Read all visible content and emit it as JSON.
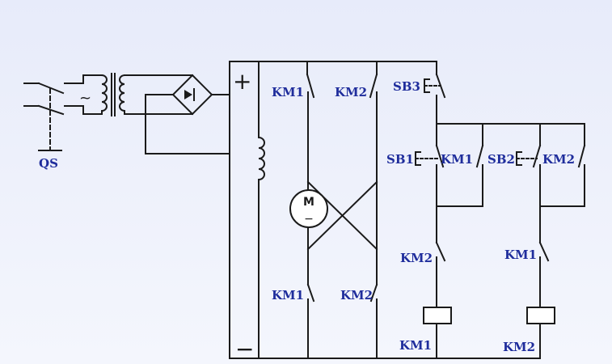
{
  "labels": {
    "qs": "QS",
    "km1_top": "KM1",
    "km2_top": "KM2",
    "sb3": "SB3",
    "sb1": "SB1",
    "km1_hold": "KM1",
    "sb2": "SB2",
    "km2_hold": "KM2",
    "km2_interlock": "KM2",
    "km1_interlock": "KM1",
    "km1_bottom": "KM1",
    "km2_bottom": "KM2",
    "km1_coil": "KM1",
    "km2_coil": "KM2"
  },
  "symbols": {
    "plus": "+",
    "minus": "−",
    "ac": "~",
    "motor": "M",
    "motor_sign": "−"
  }
}
